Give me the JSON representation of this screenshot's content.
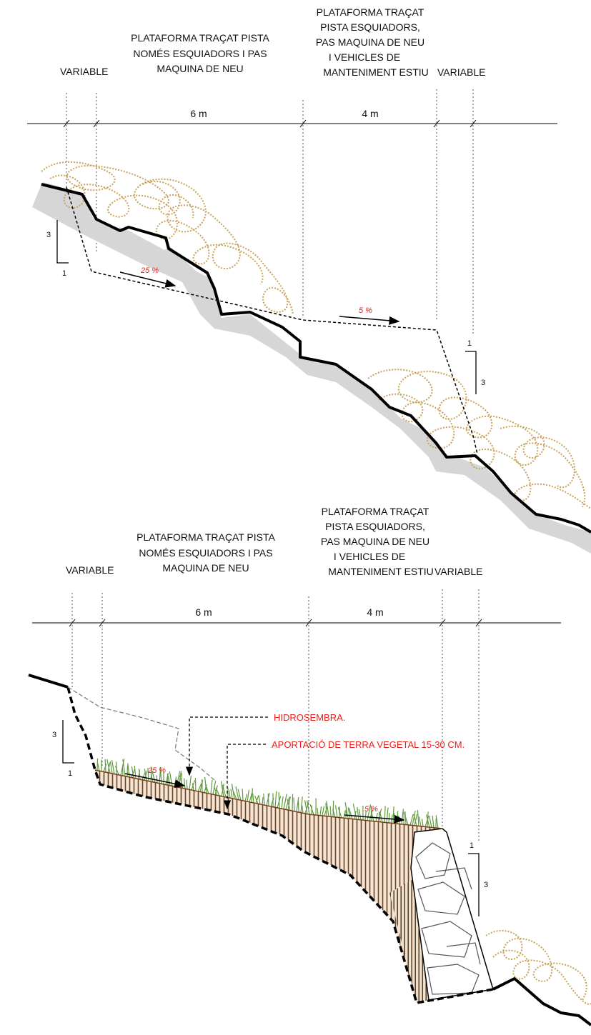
{
  "top_section": {
    "label_variable_left": "VARIABLE",
    "label_track_skiers": [
      "PLATAFORMA TRAÇAT PISTA",
      "NOMÉS ESQUIADORS I PAS",
      "MAQUINA DE NEU"
    ],
    "label_track_vehicles": [
      "PLATAFORMA TRAÇAT",
      "PISTA ESQUIADORS,",
      "PAS MAQUINA DE NEU",
      "I VEHICLES DE",
      "MANTENIMENT ESTIU"
    ],
    "label_variable_right": "VARIABLE",
    "dim_6m": "6 m",
    "dim_4m": "4 m",
    "slope_25": "25 %",
    "slope_5": "5 %",
    "ratio_left_v": "3",
    "ratio_left_h": "1",
    "ratio_right_v": "3",
    "ratio_right_h": "1"
  },
  "bottom_section": {
    "label_variable_left": "VARIABLE",
    "label_track_skiers": [
      "PLATAFORMA TRAÇAT PISTA",
      "NOMÉS ESQUIADORS I PAS",
      "MAQUINA DE NEU"
    ],
    "label_track_vehicles": [
      "PLATAFORMA TRAÇAT",
      "PISTA ESQUIADORS,",
      "PAS MAQUINA DE NEU",
      "I VEHICLES DE",
      "MANTENIMENT ESTIU"
    ],
    "label_variable_right": "VARIABLE",
    "dim_6m": "6 m",
    "dim_4m": "4 m",
    "slope_25": "25 %",
    "slope_5": "5 %",
    "note_hydroseed": "HIDROSEMBRA.",
    "note_topsoil": "APORTACIÓ DE TERRA VEGETAL 15-30 CM.",
    "ratio_left_v": "3",
    "ratio_left_h": "1",
    "ratio_right_v": "3",
    "ratio_right_h": "1"
  },
  "colors": {
    "ground_line": "#000000",
    "shadow": "#d6d6d6",
    "vegetation_scrub": "#c9a35a",
    "grass": "#5f9a3e",
    "soil_hatch": "#7a3f1a",
    "note_red": "#e8211b"
  }
}
